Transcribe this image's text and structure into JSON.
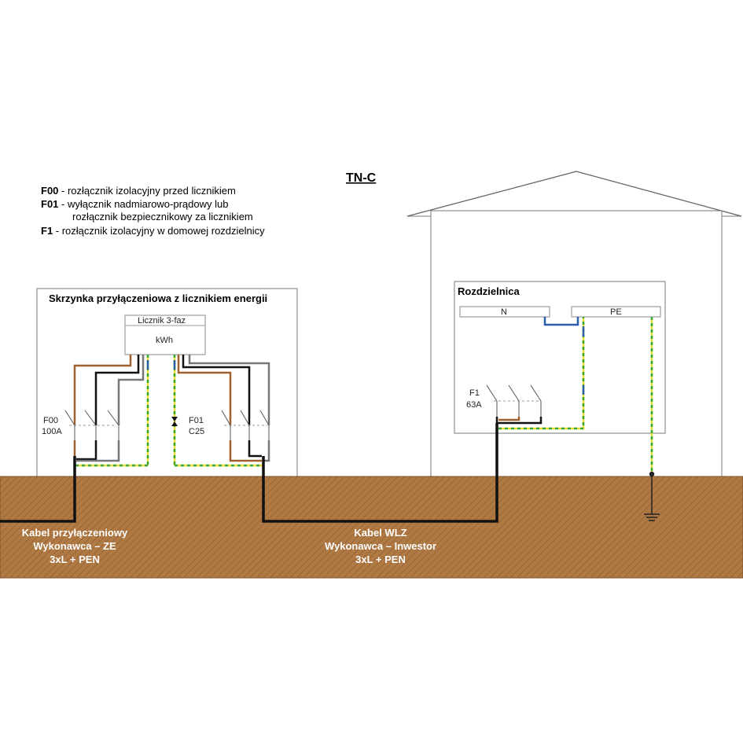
{
  "title": "TN-C",
  "legend": [
    {
      "key": "F00",
      "text": " - rozłącznik izolacyjny przed licznikiem"
    },
    {
      "key": "F01",
      "text": " - wyłącznik nadmiarowo-prądowy lub"
    },
    {
      "key": "",
      "text": "rozłącznik bezpiecznikowy za licznikiem"
    },
    {
      "key": "F1",
      "text": " - rozłącznik izolacyjny w domowej rozdzielnicy"
    }
  ],
  "meter_box": {
    "title": "Skrzynka przyłączeniowa z licznikiem energii",
    "meter_label": "Licznik 3-faz",
    "meter_unit": "kWh",
    "f00_name": "F00",
    "f00_rating": "100A",
    "f01_name": "F01",
    "f01_rating": "C25"
  },
  "panel": {
    "title": "Rozdzielnica",
    "n_bar": "N",
    "pe_bar": "PE",
    "f1_name": "F1",
    "f1_rating": "63A"
  },
  "cables": {
    "left": [
      "Kabel przyłączeniowy",
      "Wykonawca – ZE",
      "3xL + PEN"
    ],
    "right": [
      "Kabel WLZ",
      "Wykonawca – Inwestor",
      "3xL + PEN"
    ]
  },
  "colors": {
    "ground": "#b07a45",
    "phase_brown": "#a0612e",
    "phase_black": "#111111",
    "phase_grey": "#777777",
    "neutral_blue": "#2a5fa8",
    "pe_yellow": "#e8e030",
    "pe_green": "#3aa63a"
  }
}
